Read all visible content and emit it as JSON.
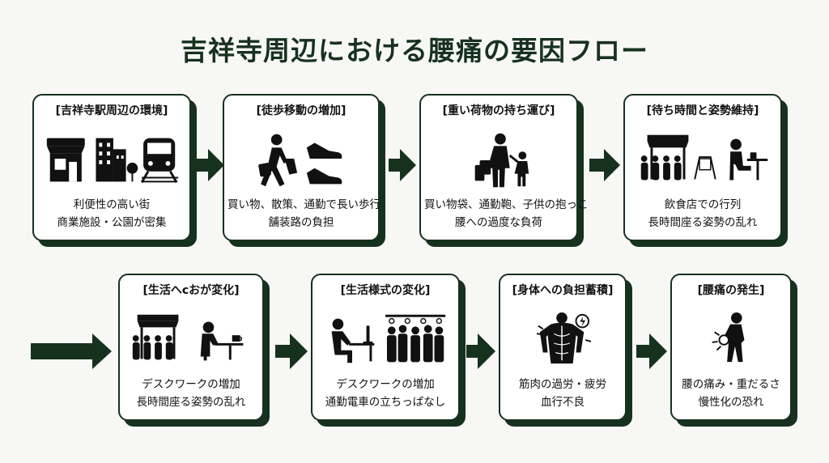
{
  "title": "吉祥寺周辺における腰痛の要因フロー",
  "steps": [
    {
      "title": "[吉祥寺駅周辺の環境]",
      "lines": [
        "利便性の高い街",
        "商業施設・公園が密集"
      ],
      "icons": [
        "shop-icon",
        "buildings-icon",
        "train-icon"
      ]
    },
    {
      "title": "[徒歩移動の増加]",
      "lines": [
        "買い物、散策、通勤で長い歩行",
        "舗装路の負担"
      ],
      "icons": [
        "walking-person-icon",
        "sneakers-icon"
      ]
    },
    {
      "title": "[重い荷物の持ち運び]",
      "lines": [
        "買い物袋、通勤鞄、子供の抱っこ",
        "腰への過度な負荷"
      ],
      "icons": [
        "parent-child-bags-icon"
      ]
    },
    {
      "title": "[待ち時間と姿勢維持]",
      "lines": [
        "飲食店での行列",
        "長時間座る姿勢の乱れ"
      ],
      "icons": [
        "queue-stall-icon",
        "cafe-sign-icon",
        "seated-person-icon"
      ]
    },
    {
      "title": "[生活へcおが変化]",
      "lines": [
        "デスクワークの増加",
        "長時間座る姿勢の乱れ"
      ],
      "icons": [
        "queue-stall-icon",
        "coffee-desk-person-icon"
      ]
    },
    {
      "title": "[生活様式の変化]",
      "lines": [
        "デスクワークの増加",
        "通勤電車の立ちっぱなし"
      ],
      "icons": [
        "desk-worker-icon",
        "crowded-train-icon"
      ]
    },
    {
      "title": "[身体への負担蓄積]",
      "lines": [
        "筋肉の過労・疲労",
        "血行不良"
      ],
      "icons": [
        "muscle-back-icon"
      ]
    },
    {
      "title": "[腰痛の発生]",
      "lines": [
        "腰の痛み・重だるさ",
        "慢性化の恐れ"
      ],
      "icons": [
        "back-pain-person-icon"
      ]
    }
  ],
  "colors": {
    "accent": "#17311f",
    "background": "#f7f7f5",
    "card": "#ffffff"
  }
}
